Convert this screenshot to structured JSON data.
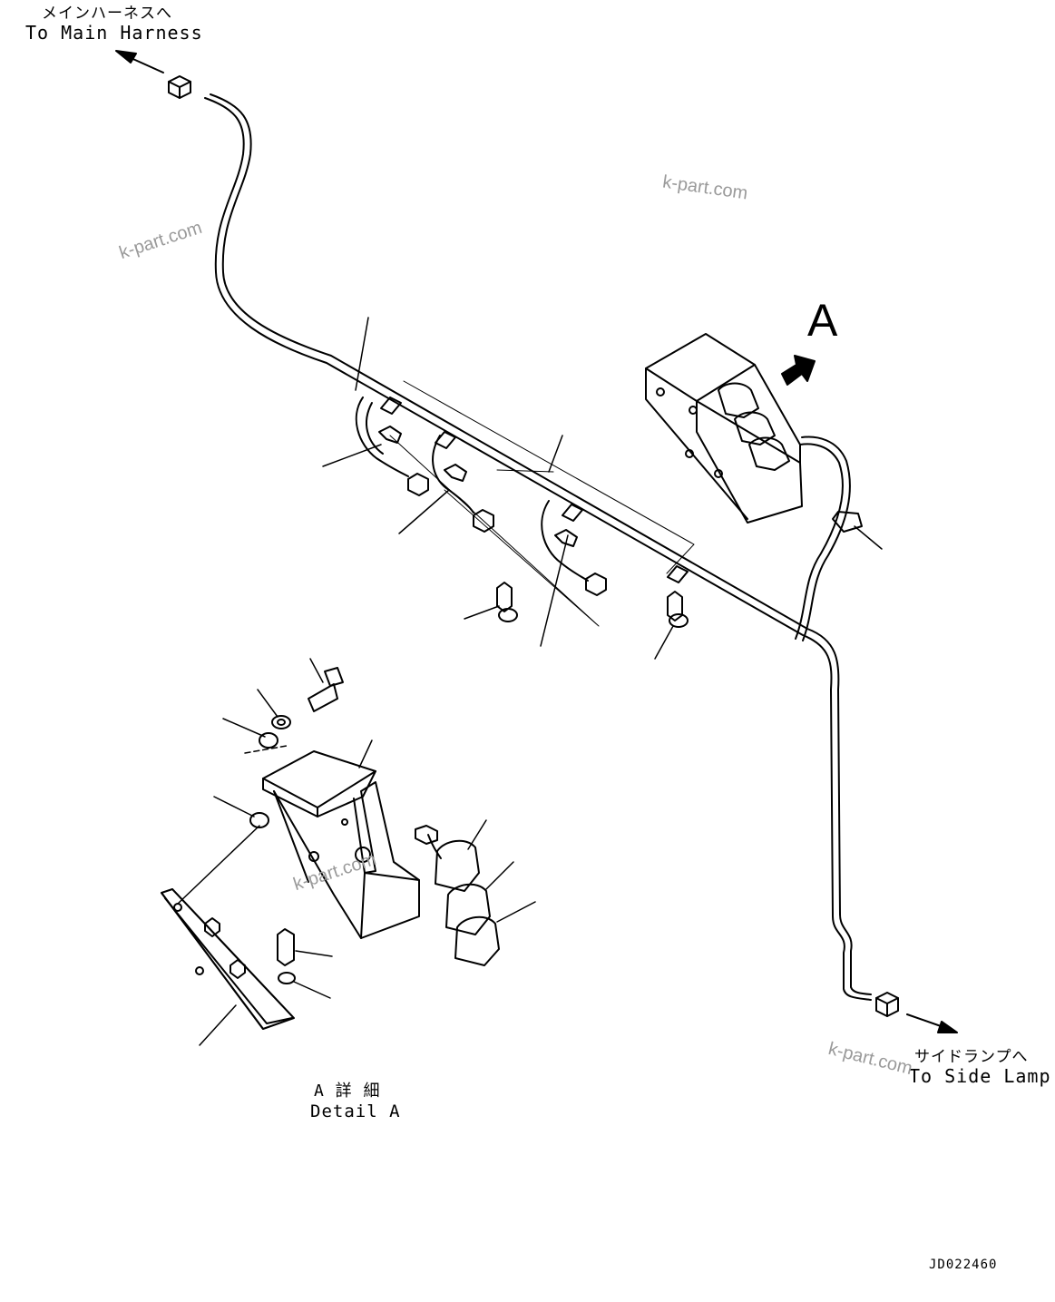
{
  "labels": {
    "main_harness_jp": "メインハーネスへ",
    "main_harness_en": "To Main Harness",
    "side_lamp_jp": "サイドランプへ",
    "side_lamp_en": "To Side Lamp",
    "view_marker": "A",
    "detail_jp": "A 詳 細",
    "detail_en": "Detail A",
    "drawing_code": "JD022460"
  },
  "watermarks": [
    "k-part.com",
    "k-part.com",
    "k-part.com",
    "k-part.com"
  ]
}
